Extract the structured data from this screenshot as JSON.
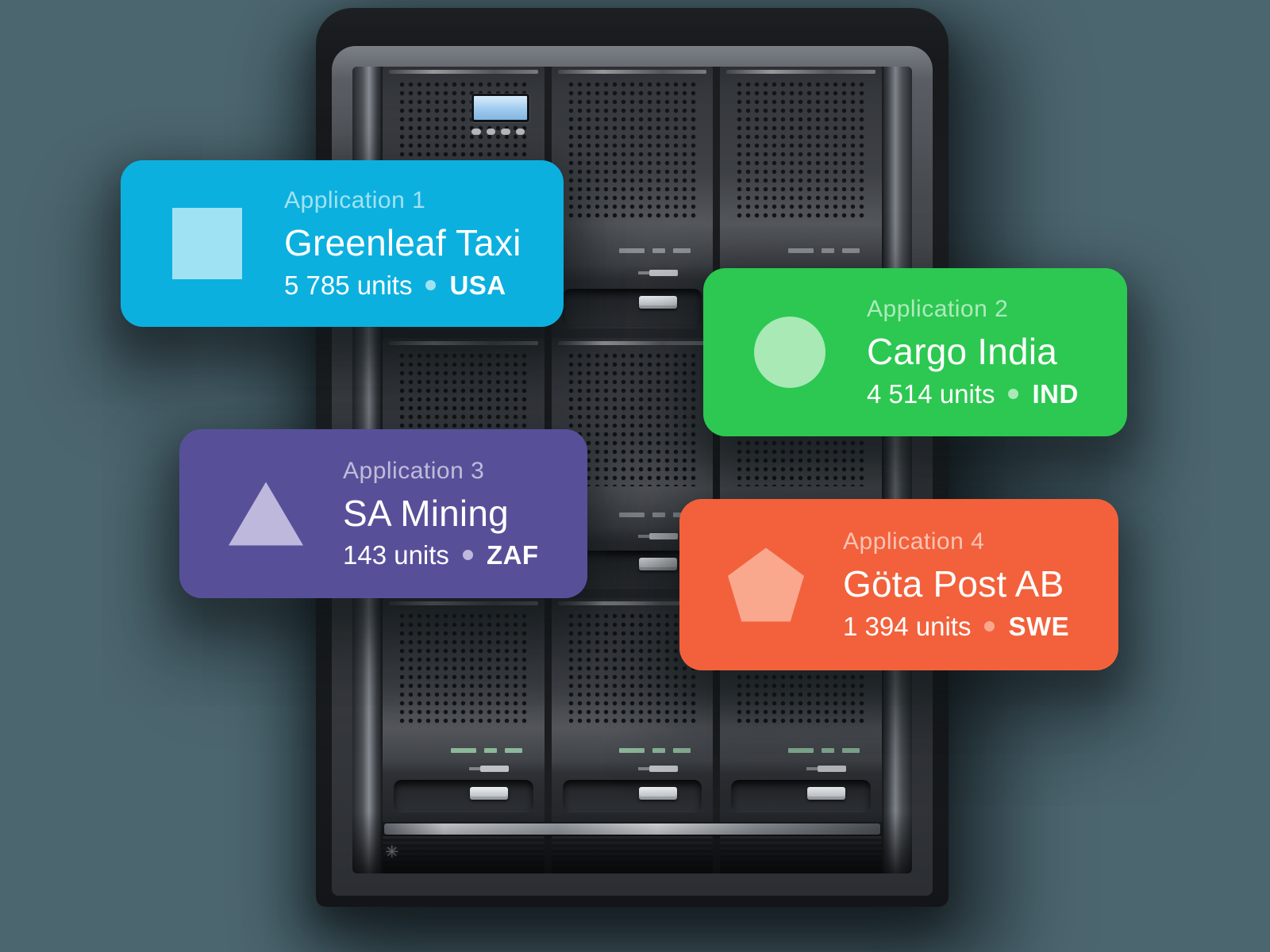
{
  "page": {
    "background_color": "#4c6670",
    "shadow_color": "#14191c"
  },
  "rack": {
    "name": "server rack cabinet",
    "lcd_screen_color": "#a9d4f0",
    "fan_icon": "✳"
  },
  "cards": [
    {
      "label": "Application 1",
      "name": "Greenleaf Taxi",
      "units": "5 785 units",
      "country": "USA",
      "color": "#0cb0df",
      "icon_color": "#9fe2f4",
      "icon": "square-icon"
    },
    {
      "label": "Application 2",
      "name": "Cargo India",
      "units": "4 514 units",
      "country": "IND",
      "color": "#2cc851",
      "icon_color": "#a8e9b6",
      "icon": "circle-icon"
    },
    {
      "label": "Application 3",
      "name": "SA Mining",
      "units": "143 units",
      "country": "ZAF",
      "color": "#575099",
      "icon_color": "#beb9dc",
      "icon": "triangle-icon"
    },
    {
      "label": "Application 4",
      "name": "Göta Post AB",
      "units": "1 394 units",
      "country": "SWE",
      "color": "#f2613b",
      "icon_color": "#f9a88e",
      "icon": "pentagon-icon"
    }
  ]
}
